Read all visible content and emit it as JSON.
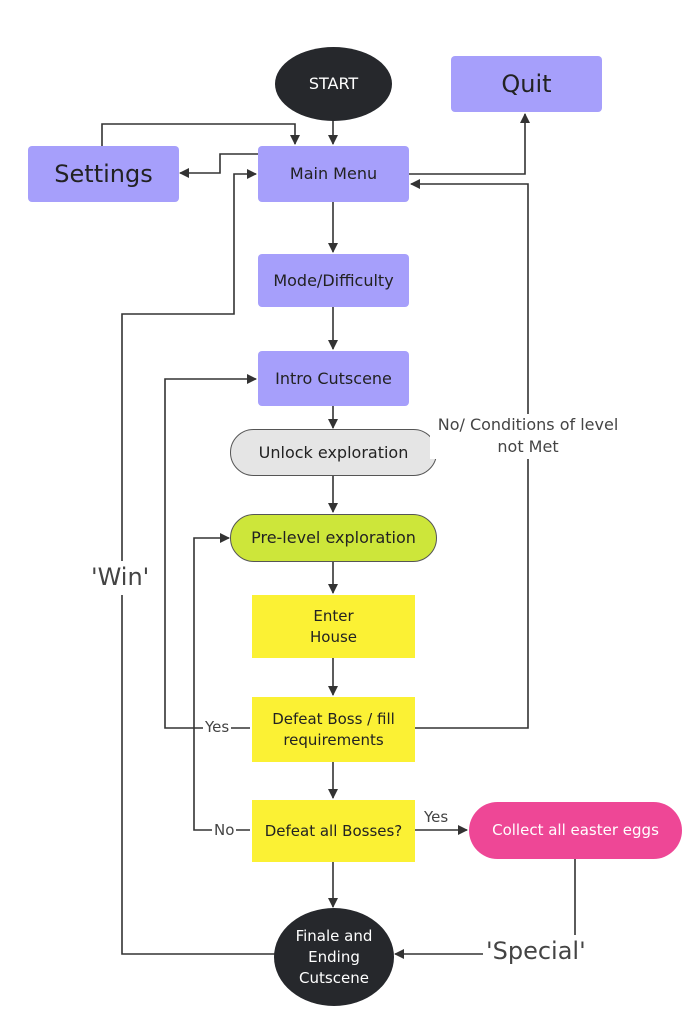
{
  "nodes": {
    "start": "START",
    "quit": "Quit",
    "settings": "Settings",
    "main_menu": "Main Menu",
    "mode": "Mode/Difficulty",
    "intro": "Intro Cutscene",
    "unlock": "Unlock exploration",
    "pre_level": "Pre-level exploration",
    "enter_house_line1": "Enter",
    "enter_house_line2": "House",
    "defeat_boss_line1": "Defeat Boss / fill",
    "defeat_boss_line2": "requirements",
    "defeat_all": "Defeat all Bosses?",
    "collect": "Collect all easter eggs",
    "finale_line1": "Finale and",
    "finale_line2": "Ending",
    "finale_line3": "Cutscene"
  },
  "edge_labels": {
    "no_conditions_line1": "No/ Conditions of level",
    "no_conditions_line2": "not Met",
    "win": "'Win'",
    "yes_boss": "Yes",
    "no_all": "No",
    "yes_all": "Yes",
    "special": "'Special'"
  },
  "colors": {
    "menu_nodes": "#a69ffb",
    "action_nodes": "#fbf134",
    "exploration_node": "#cde63a",
    "unlock_node": "#e5e5e5",
    "easter_egg_node": "#ee4796",
    "terminal_nodes": "#26282c"
  }
}
